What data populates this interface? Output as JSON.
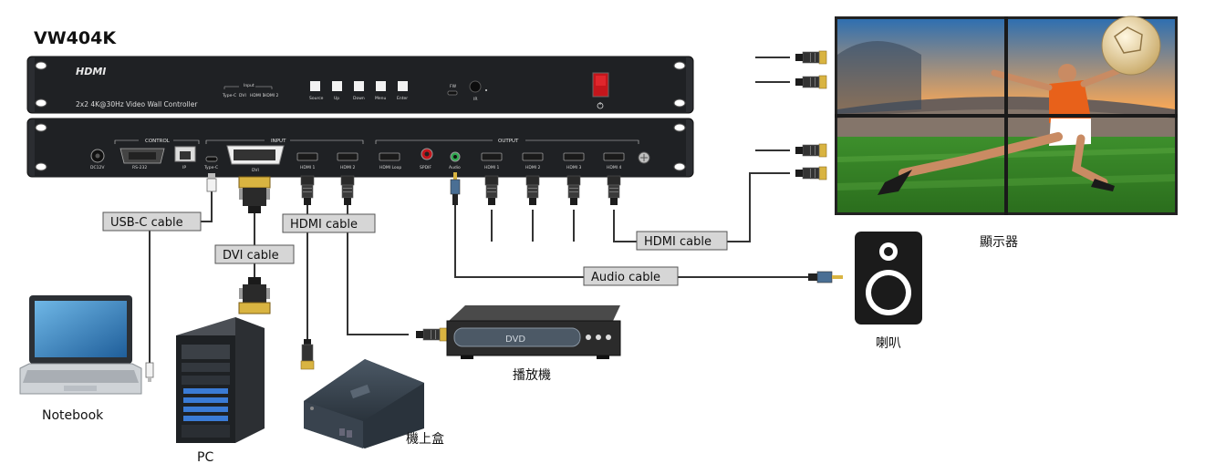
{
  "model": "VW404K",
  "device": {
    "logo": "HDMI",
    "subtitle": "2x2 4K@30Hz Video Wall Controller",
    "front_input_header": "Input",
    "front_inputs": [
      "Type-C",
      "DVI",
      "HDMI 1",
      "HDMI 2"
    ],
    "front_buttons": [
      "Source",
      "Up",
      "Down",
      "Menu",
      "Enter"
    ],
    "fw_label": "FW",
    "ir_label": "IR",
    "group_control": "CONTROL",
    "group_input": "INPUT",
    "group_output": "OUTPUT",
    "rear_ports": {
      "dc": "DC12V",
      "rs232": "RS-232",
      "ip": "IP",
      "typec": "Type-C",
      "dvi": "DVI",
      "hdmi_in_1": "HDMI 1",
      "hdmi_in_2": "HDMI 2",
      "hdmi_loop": "HDMI Loop",
      "spdif": "SPDIF",
      "audio": "Audio",
      "out_1": "HDMI 1",
      "out_2": "HDMI 2",
      "out_3": "HDMI 3",
      "out_4": "HDMI 4"
    }
  },
  "cables": {
    "usbc": "USB-C cable",
    "dvi": "DVI cable",
    "hdmi_in": "HDMI cable",
    "hdmi_out": "HDMI cable",
    "audio": "Audio cable"
  },
  "devices": {
    "notebook": "Notebook",
    "pc": "PC",
    "stb": "機上盒",
    "player": "播放機",
    "player_screen": "DVD",
    "display": "顯示器",
    "speaker": "喇叭"
  }
}
